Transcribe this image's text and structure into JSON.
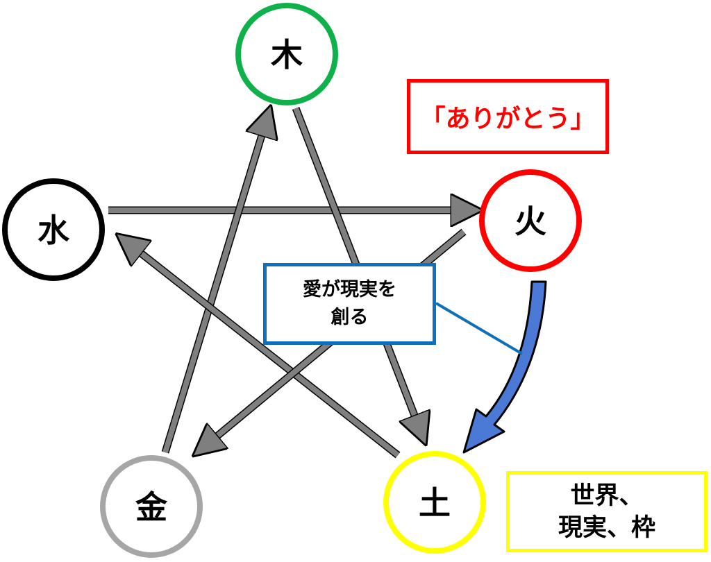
{
  "nodes": {
    "wood": {
      "label": "木",
      "color": "#0fb14b"
    },
    "fire": {
      "label": "火",
      "color": "#ff0000"
    },
    "earth": {
      "label": "土",
      "color": "#ffff00"
    },
    "metal": {
      "label": "金",
      "color": "#a6a6a6"
    },
    "water": {
      "label": "水",
      "color": "#000000"
    }
  },
  "notes": {
    "arigatou": {
      "text": "「ありがとう」",
      "color": "#ff0000"
    },
    "love": {
      "line1": "愛が現実を",
      "line2": "創る",
      "border_color": "#0f6fb8"
    },
    "world": {
      "line1": "世界、",
      "line2": "現実、枠",
      "border_color": "#ffff00"
    }
  },
  "arrows": [
    {
      "from": "water",
      "to": "fire"
    },
    {
      "from": "wood",
      "to": "earth"
    },
    {
      "from": "metal",
      "to": "wood"
    },
    {
      "from": "earth",
      "to": "water"
    },
    {
      "from": "fire",
      "to": "metal"
    },
    {
      "from": "fire",
      "to": "earth",
      "style": "curved",
      "color": "#4a79d6"
    }
  ],
  "arrow_color": "#7f7f7f"
}
